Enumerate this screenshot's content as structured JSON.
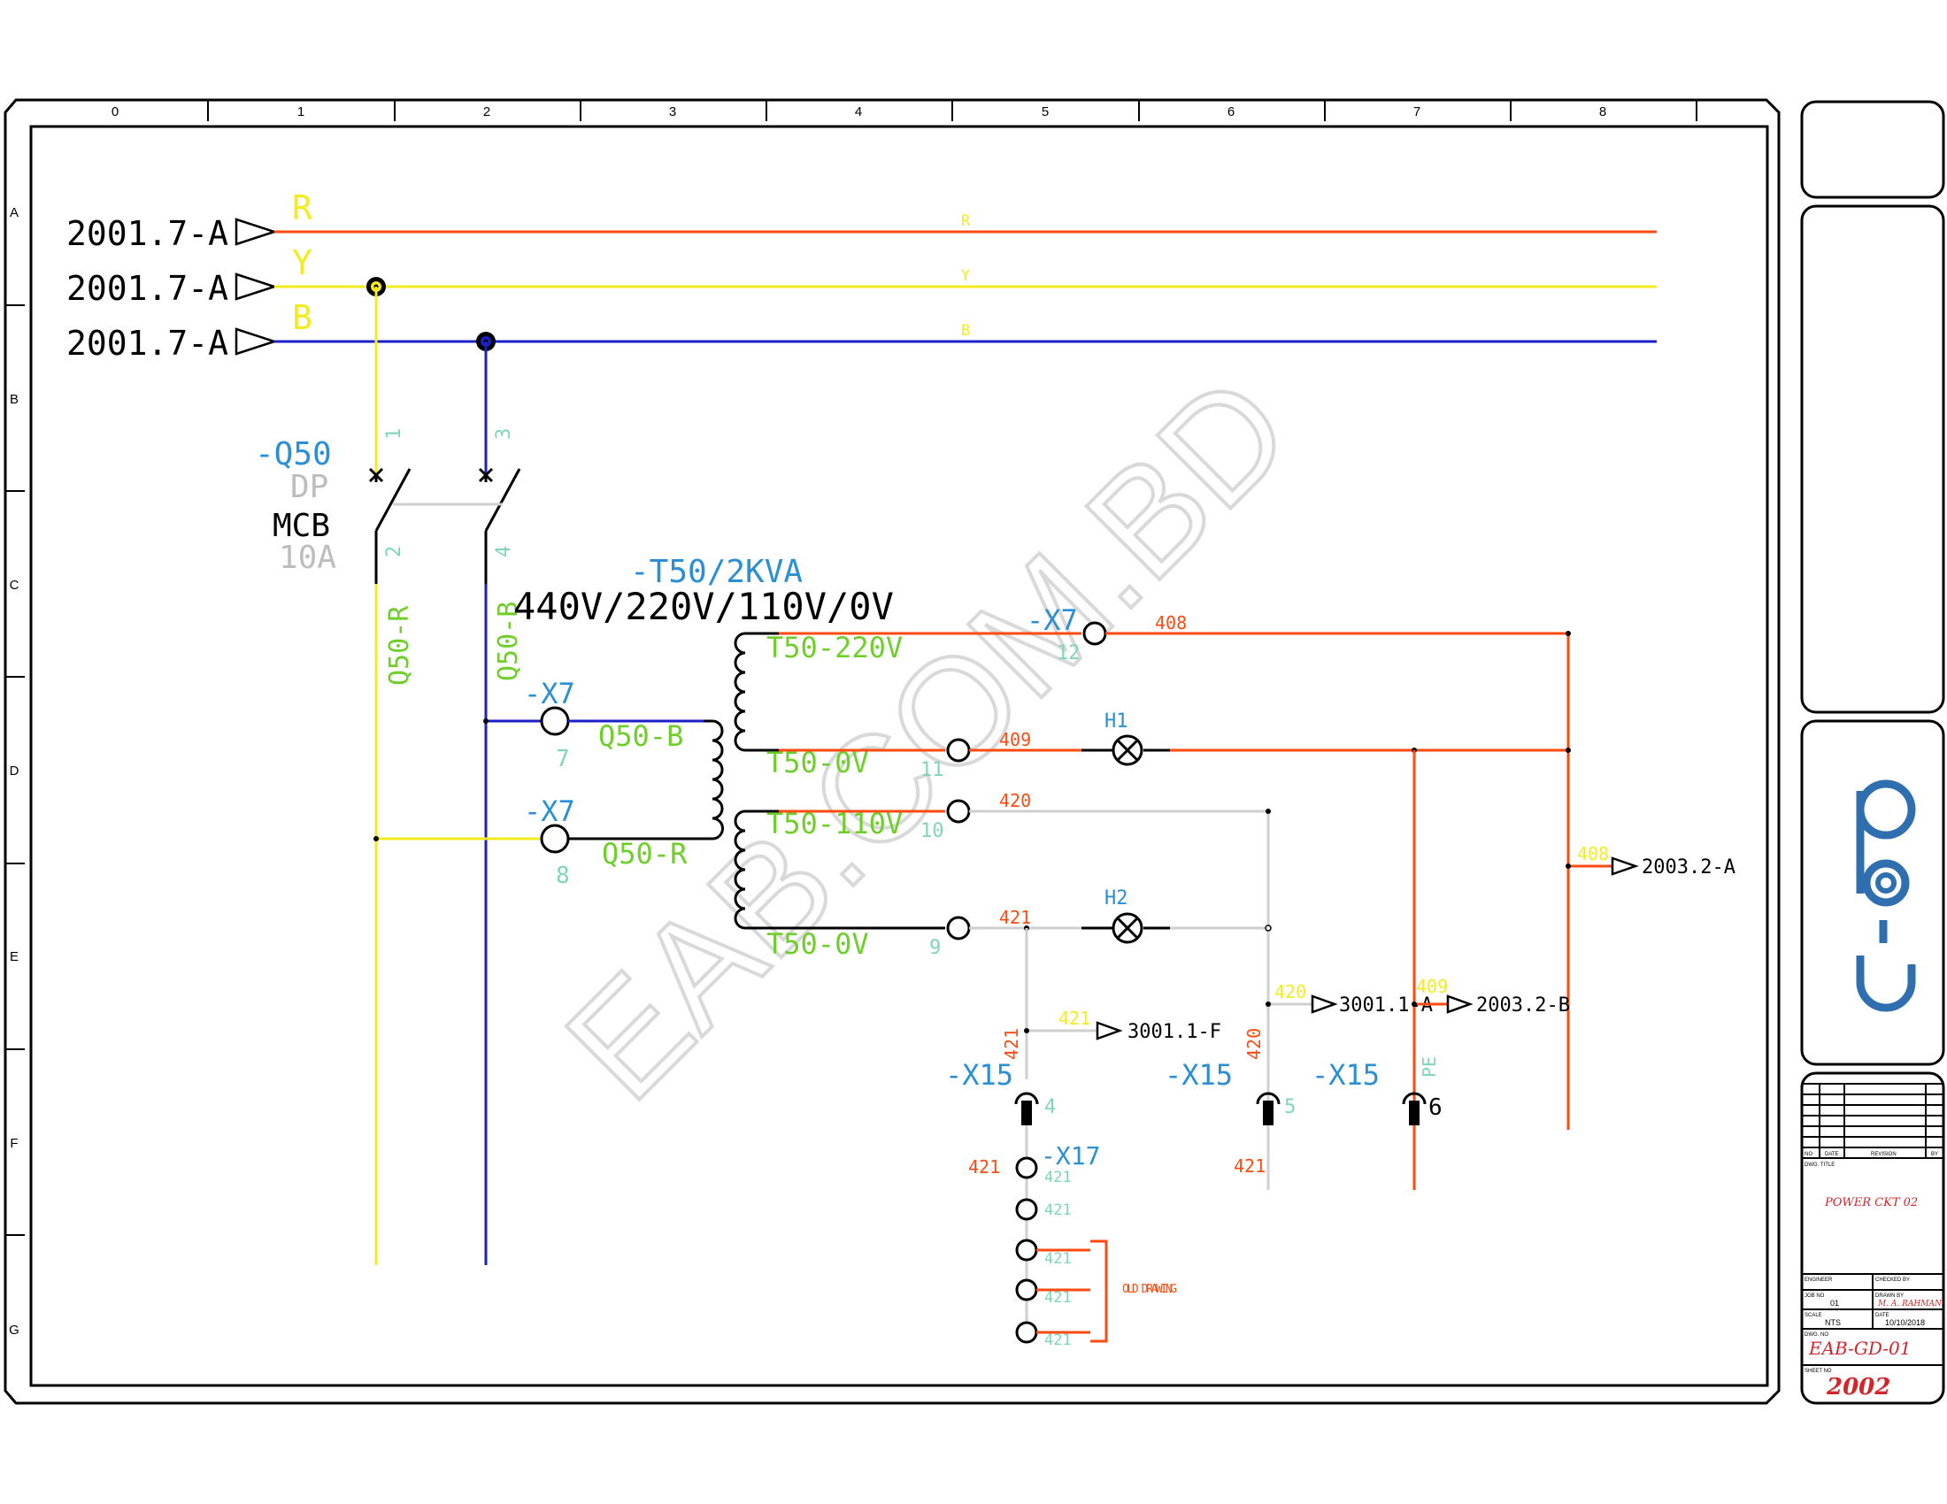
{
  "colors": {
    "r_phase": "#ff4a10",
    "y_phase": "#f3ec1f",
    "b_phase": "#1b1fc8",
    "device_tag": "#2b8fd6",
    "terminal_no": "#7fd6b8",
    "wire_label": "#6fcf2a",
    "neutral_grey": "#cfcfcf",
    "title_red": "#d8232a",
    "frame": "#000000",
    "logo": "#2f6fb0"
  },
  "border": {
    "columns": [
      "0",
      "1",
      "2",
      "3",
      "4",
      "5",
      "6",
      "7",
      "8"
    ],
    "rows": [
      "A",
      "B",
      "C",
      "D",
      "E",
      "F",
      "G"
    ]
  },
  "feeds": [
    {
      "ref": "2001.7-A",
      "phase": "R",
      "line_label": "R"
    },
    {
      "ref": "2001.7-A",
      "phase": "Y",
      "line_label": "Y"
    },
    {
      "ref": "2001.7-A",
      "phase": "B",
      "line_label": "B"
    }
  ],
  "mcb": {
    "tag": "-Q50",
    "poles": "DP",
    "type": "MCB",
    "rating": "10A",
    "pins": [
      "1",
      "3",
      "2",
      "4"
    ],
    "out_wires": [
      "Q50-R",
      "Q50-B"
    ]
  },
  "transformer": {
    "tag": "-T50/2KVA",
    "ratio": "440V/220V/110V/0V",
    "primary_labels": [
      "Q50-B",
      "Q50-R"
    ],
    "secondary_labels": [
      "T50-220V",
      "T50-0V",
      "T50-110V",
      "T50-0V"
    ]
  },
  "x7": {
    "tag": "-X7",
    "terminals": [
      "12",
      "11",
      "10",
      "9",
      "7",
      "8"
    ]
  },
  "lamps": [
    "H1",
    "H2"
  ],
  "wires": [
    "408",
    "409",
    "420",
    "421"
  ],
  "crossrefs": [
    "2003.2-A",
    "2003.2-B",
    "3001.1-A",
    "3001.1-F"
  ],
  "x15": {
    "tag": "-X15",
    "terminals": [
      "4",
      "5",
      "6"
    ],
    "pe": "PE"
  },
  "x17": {
    "tag": "-X17",
    "wire": "421",
    "old_label": "OLD DRAWING"
  },
  "title_block": {
    "title": "POWER CKT 02",
    "drawn_by": "M. A. RAHMAN",
    "job_no": "01",
    "scale": "NTS",
    "date": "10/10/2018",
    "drawing_no": "EAB-GD-01",
    "sheet_no": "2002",
    "headers": {
      "no": "NO",
      "date": "DATE",
      "revision": "REVISION",
      "by": "BY",
      "dwg_title": "DWG. TITLE",
      "engineer": "ENGINEER",
      "checked": "CHECKED BY",
      "job": "JOB NO",
      "drawn": "DRAWN BY",
      "scale_h": "SCALE",
      "date_h": "DATE",
      "dwg_no": "DWG. NO",
      "sheet_h": "SHEET NO"
    }
  },
  "watermark": "EAB.COM.BD"
}
